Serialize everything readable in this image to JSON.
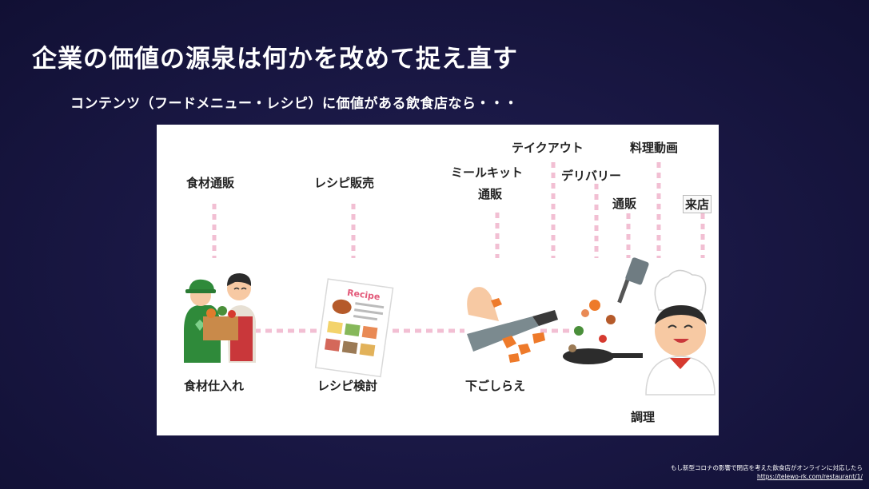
{
  "slide": {
    "title": "企業の価値の源泉は何かを改めて捉え直す",
    "subtitle": "コンテンツ（フードメニュー・レシピ）に価値がある飲食店なら・・・"
  },
  "diagram": {
    "stages": [
      {
        "label": "食材仕入れ"
      },
      {
        "label": "レシピ検討"
      },
      {
        "label": "下ごしらえ"
      },
      {
        "label": "調理"
      }
    ],
    "offshoots": [
      {
        "label": "食材通販"
      },
      {
        "label": "レシピ販売"
      },
      {
        "label": "ミールキット"
      },
      {
        "label": "通販"
      },
      {
        "label": "テイクアウト"
      },
      {
        "label": "デリバリー"
      },
      {
        "label": "通販"
      },
      {
        "label": "料理動画"
      },
      {
        "label": "来店"
      }
    ],
    "recipe_card_text": "Recipe",
    "line_color": "#f2bfd3"
  },
  "source": {
    "caption": "もし新型コロナの影響で閉店を考えた飲食店がオンラインに対応したら",
    "url": "https://telewo-rk.com/restaurant/1/"
  }
}
